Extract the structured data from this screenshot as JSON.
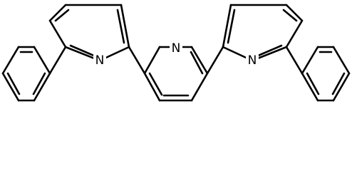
{
  "figure": {
    "atoms": [
      {
        "label": "N"
      },
      {
        "label": "N"
      },
      {
        "label": "N"
      }
    ]
  }
}
